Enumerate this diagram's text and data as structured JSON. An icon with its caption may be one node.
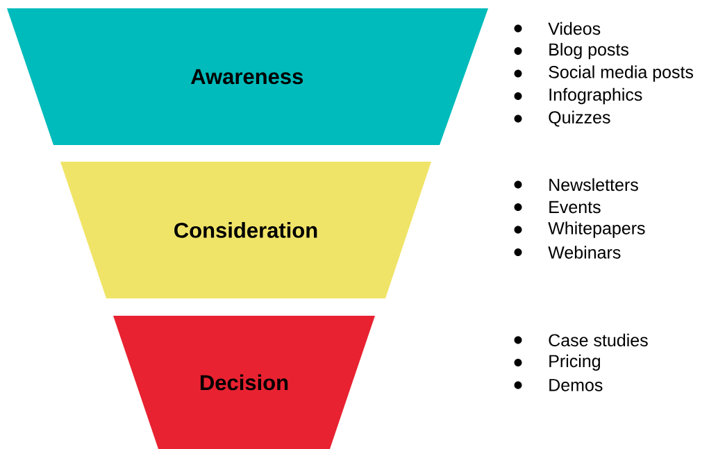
{
  "diagram": {
    "nodes": [
      {
        "text": [
          "Awareness"
        ],
        "beside": [
          "Videos",
          "Blog posts",
          "Social media posts",
          "Infographics",
          "Quizzes"
        ]
      },
      {
        "text": [
          "Consideration"
        ],
        "beside": [
          "Newsletters",
          "Events",
          "Whitepapers",
          "Webinars"
        ]
      },
      {
        "text": [
          "Decision"
        ],
        "beside": [
          "Case studies",
          "Pricing",
          "Demos"
        ]
      }
    ]
  }
}
